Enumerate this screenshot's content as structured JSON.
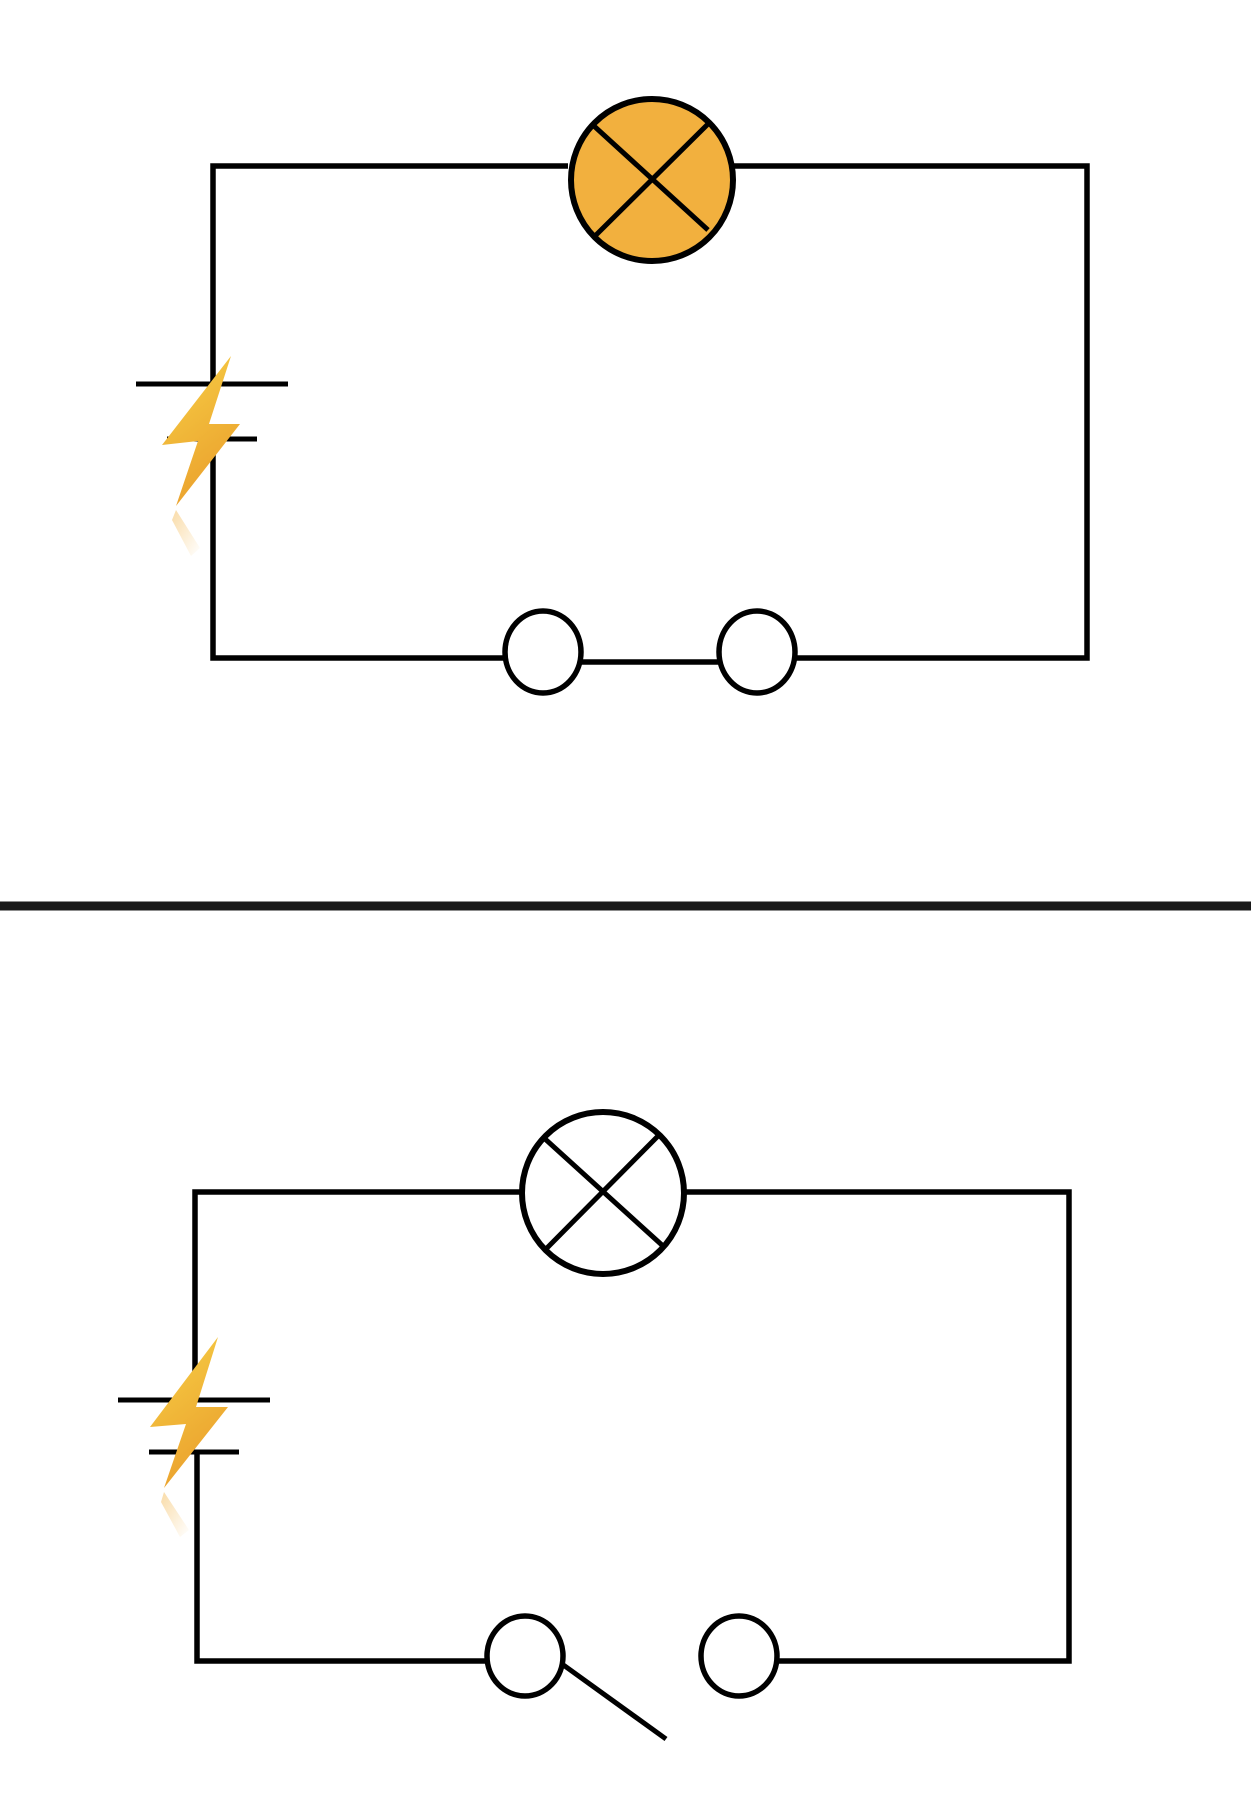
{
  "diagram": {
    "panels": [
      {
        "id": "closed-circuit",
        "switch_state": "closed",
        "lamp_state": "lit"
      },
      {
        "id": "open-circuit",
        "switch_state": "open",
        "lamp_state": "off"
      }
    ],
    "colors": {
      "wire": "#000000",
      "lamp_lit": "#f2b03e",
      "lamp_off": "#ffffff",
      "bolt_top": "#f7d046",
      "bolt_bottom": "#eba22e",
      "divider": "#1a1a1a",
      "background": "#ffffff"
    },
    "icons": [
      "lamp-icon",
      "battery-icon",
      "lightning-bolt-icon",
      "switch-icon"
    ]
  }
}
